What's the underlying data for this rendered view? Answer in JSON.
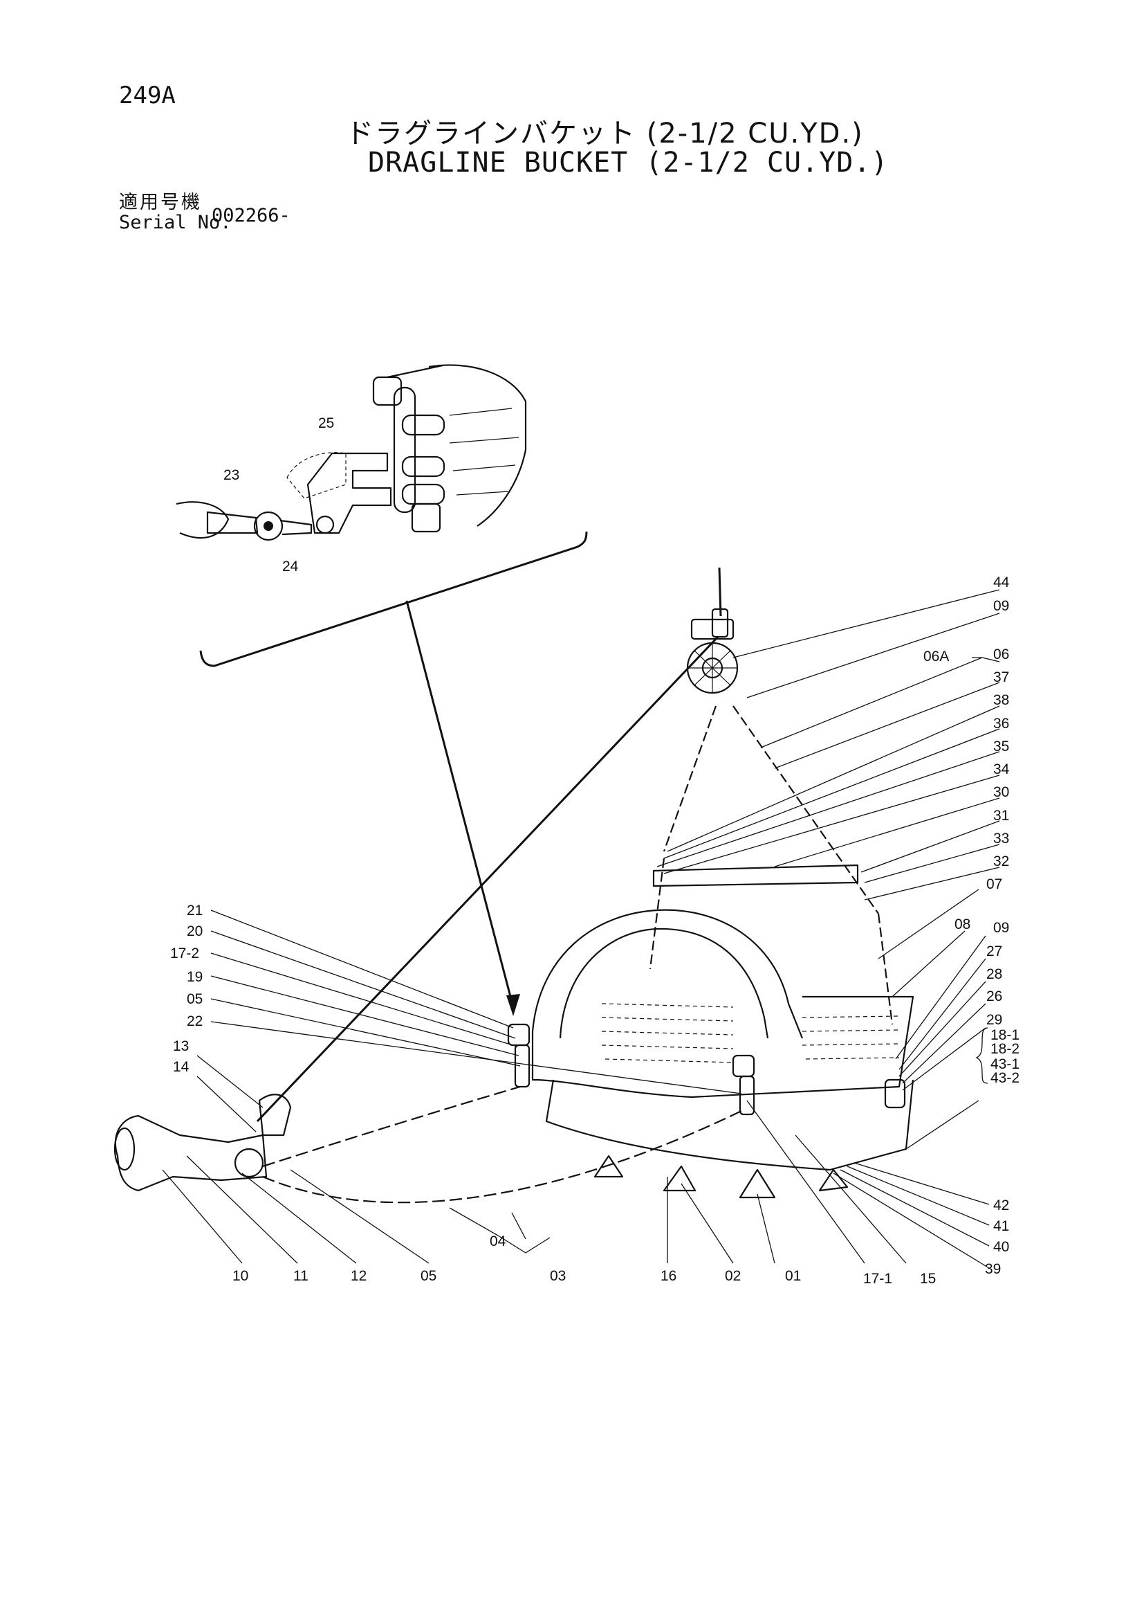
{
  "header": {
    "page_number": "249A",
    "title_ja": "ドラグラインバケット (2-1/2 CU.YD.)",
    "title_en": "DRAGLINE BUCKET (2-1/2 CU.YD.)",
    "serial_label_ja": "適用号機",
    "serial_label_en": "Serial No.",
    "serial_value": "002266-"
  },
  "callouts": {
    "inset": [
      "25",
      "23",
      "24"
    ],
    "right": [
      "44",
      "09",
      "06A",
      "06",
      "37",
      "38",
      "36",
      "35",
      "34",
      "30",
      "31",
      "33",
      "32",
      "07",
      "08",
      "09",
      "27",
      "28",
      "26",
      "29",
      "18-1",
      "18-2",
      "43-1",
      "43-2"
    ],
    "left": [
      "21",
      "20",
      "17-2",
      "19",
      "05",
      "22",
      "13",
      "14"
    ],
    "bottom": [
      "10",
      "11",
      "12",
      "05",
      "04",
      "03",
      "16",
      "02",
      "01",
      "17-1",
      "15",
      "42",
      "41",
      "40",
      "39"
    ]
  }
}
